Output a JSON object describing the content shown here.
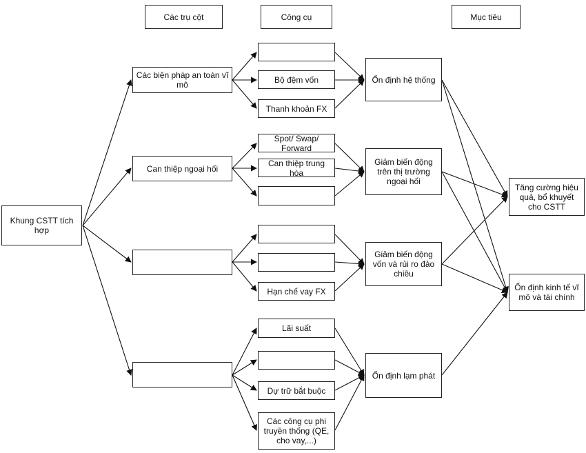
{
  "headers": {
    "pillars": "Các trụ cột",
    "tools": "Công cụ",
    "goals": "Mục tiêu"
  },
  "root": "Khung CSTT tích hợp",
  "pillars": [
    "Các biện pháp an toàn vĩ mô",
    "Can thiệp ngoại hối",
    "",
    ""
  ],
  "tools": [
    "",
    "Bộ đệm vốn",
    "Thanh khoản FX",
    "Spot/ Swap/ Forward",
    "Can thiệp trung hòa",
    "",
    "",
    "",
    "Hạn chế vay FX",
    "Lãi suất",
    "",
    "Dự trữ bắt buộc",
    "Các công cụ phi truyền thống (QE, cho vay,...)"
  ],
  "objectives": [
    "Ổn định hệ thống",
    "Giảm biến động trên thị trường ngoại hối",
    "Giảm biến động vốn và rủi ro đảo chiều",
    "Ổn định lạm phát"
  ],
  "goals": [
    "Tăng cường hiệu quả, bổ khuyết cho CSTT",
    "Ổn định kinh tế vĩ mô và tài chính"
  ]
}
